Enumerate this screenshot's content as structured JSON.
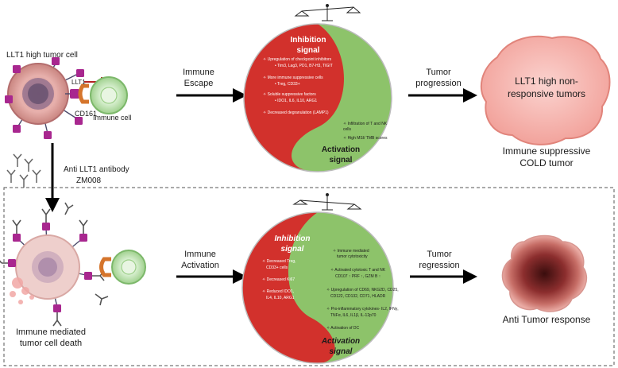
{
  "top": {
    "tumor_label": "LLT1 high tumor cell",
    "llt1": "LLT1",
    "cd161": "CD161",
    "immune_cell": "Immune cell",
    "antibody_1": "Anti LLT1 antibody",
    "antibody_2": "ZM008",
    "arrow1_1": "Immune",
    "arrow1_2": "Escape",
    "arrow2_1": "Tumor",
    "arrow2_2": "progression",
    "inhibition_title_1": "Inhibition",
    "inhibition_title_2": "signal",
    "inhibition_items": [
      {
        "head": "Upregulation of checkpoint inhibitors",
        "sub": "Tim3, Lag3, PD1, B7-H3, TIGIT"
      },
      {
        "head": "More immune suppressive cells",
        "sub": "Treg, CD33+"
      },
      {
        "head": "Soluble suppressive factors",
        "sub": "IDO1, IL6, IL10, ARG1"
      },
      {
        "head": "Decreased degranulation (LAMP1)",
        "sub": ""
      }
    ],
    "activation_items": [
      {
        "line1": "Infiltration of T and NK",
        "line2": "cells"
      },
      {
        "line1": "High MSI/ TMB scores",
        "line2": ""
      }
    ],
    "activation_title_1": "Activation",
    "activation_title_2": "signal",
    "cold_title_1": "LLT1 high non-",
    "cold_title_2": "responsive tumors",
    "cold_caption_1": "Immune suppressive",
    "cold_caption_2": "COLD tumor"
  },
  "bottom": {
    "death_1": "Immune mediated",
    "death_2": "tumor cell death",
    "arrow1_1": "Immune",
    "arrow1_2": "Activation",
    "arrow2_1": "Tumor",
    "arrow2_2": "regression",
    "inhibition_title_1": "Inhibition",
    "inhibition_title_2": "signal",
    "inhibition_items": [
      {
        "line1": "Decreased Treg,",
        "line2": "CD33+ cells"
      },
      {
        "line1": "Decreased Ki67",
        "line2": ""
      },
      {
        "line1": "Reduced IDO1,",
        "line2": "IL4, IL10, ARG1"
      }
    ],
    "activation_items": [
      {
        "line1": "Immune mediated",
        "line2": "tumor cytotoxicity"
      },
      {
        "line1": "Activated cytotoxic T and NK",
        "line2": "CD107 ↑ PRF ↑, GZM B ↑"
      },
      {
        "line1": "Upregulation of CD69, NKG2D, CD25,",
        "line2": "CD122, CD132, CD71, HLADR"
      },
      {
        "line1": "Pro-inflammatory cytokines- IL2, IFNγ,",
        "line2": "TNFα, IL6, IL1β, IL-12p70"
      },
      {
        "line1": "Activation of DC",
        "line2": ""
      }
    ],
    "activation_title_1": "Activation",
    "activation_title_2": "signal",
    "response": "Anti Tumor response"
  },
  "colors": {
    "red": "#d2312c",
    "green": "#8dc36a",
    "tumor": "#f2a6a0",
    "receptor": "#a8278f",
    "immune_cell": "#bfe2b3",
    "cd161": "#d5752c"
  }
}
